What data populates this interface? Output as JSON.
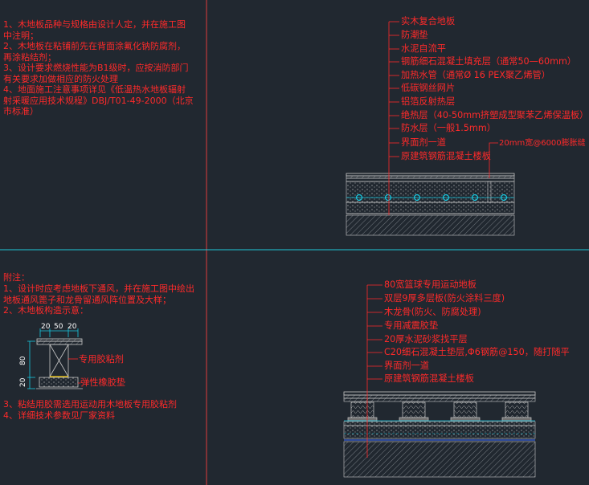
{
  "colors": {
    "background": "#212830",
    "text": "#ff2a2a",
    "divider": "#20c8d8",
    "leader": "#ff2a2a",
    "hatch": "#c8c8c8",
    "pipe": "#18c8e0",
    "bottom_line": "#3a6cff"
  },
  "top_notes": [
    "1、木地板品种与规格由设计人定，并在施工图",
    "中注明；",
    "2、木地板在粘铺前先在背面涂氟化钠防腐剂，",
    "再涂粘结剂；",
    "3、设计要求燃烧性能为B1级时，应按消防部门",
    "有关要求加做相应的防火处理",
    "4、地面施工注意事项详见《低温热水地板辐射",
    "射采暖应用技术规程》DBJ/T01-49-2000（北京",
    "市标准）"
  ],
  "top_labels": [
    "实木复合地板",
    "防潮垫",
    "水泥自流平",
    "钢筋细石混凝土填充层（通常50—60mm）",
    "加热水管（通常Ø 16 PEX聚乙烯管）",
    "低碳钢丝网片",
    "铝箔反射热层",
    "绝热层（40-50mm挤塑成型聚苯乙烯保温板）",
    "防水层（一般1.5mm）",
    "界面剂一道",
    "原建筑钢筋混凝土楼板"
  ],
  "expansion_joint_label": "20mm宽@6000膨胀缝",
  "bottom_notes_head": "附注：",
  "bottom_notes": [
    "1、设计时应考虑地板下通风，并在施工图中绘出",
    "地板通风篦子和龙骨留通风阵位置及大样；",
    "2、木地板构造示意："
  ],
  "bottom_notes_tail": [
    "3、粘结用胶需选用运动用木地板专用胶粘剂",
    "4、详细技术参数见厂家资料"
  ],
  "detail": {
    "dims_top": [
      "20",
      "50",
      "20"
    ],
    "dim_height": "80",
    "dim_base": "20",
    "glue_label": "专用胶粘剂",
    "pad_label": "弹性橡胶垫"
  },
  "bottom_labels": [
    "80宽篮球专用运动地板",
    "双层9厚多层板(防火涂料三度)",
    "木龙骨(防火、防腐处理)",
    "专用减震胶垫",
    "20厚水泥砂浆找平层",
    "C20细石混凝土垫层,Φ6钢筋@150，随打随平",
    "界面剂一道",
    "原建筑钢筋混凝土楼板"
  ]
}
